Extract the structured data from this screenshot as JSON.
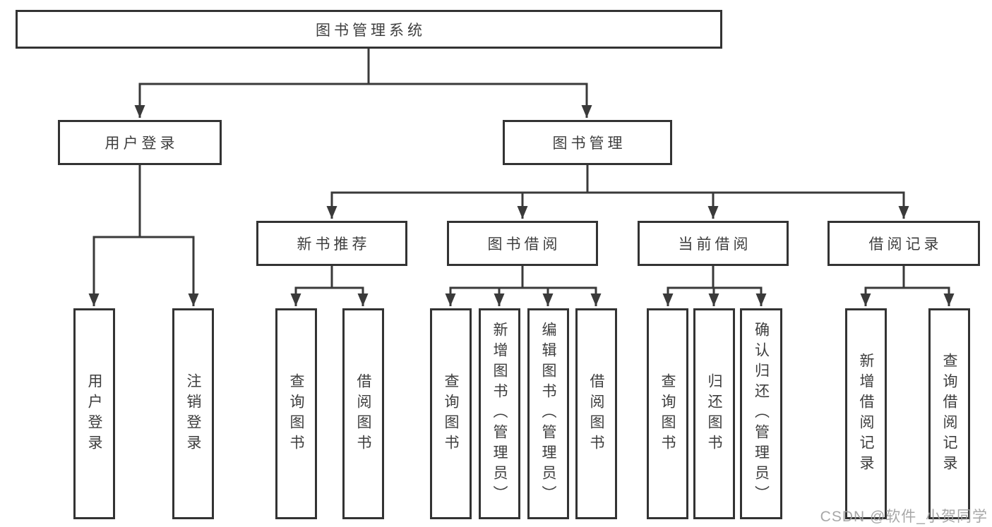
{
  "diagram": {
    "tree": {
      "root": {
        "label": "图书管理系统"
      },
      "children": [
        {
          "label": "用户登录",
          "children": [
            {
              "label": "用户登录"
            },
            {
              "label": "注销登录"
            }
          ]
        },
        {
          "label": "图书管理",
          "children": [
            {
              "label": "新书推荐",
              "children": [
                {
                  "label": "查询图书"
                },
                {
                  "label": "借阅图书"
                }
              ]
            },
            {
              "label": "图书借阅",
              "children": [
                {
                  "label": "查询图书"
                },
                {
                  "label": "新增图书（管理员）"
                },
                {
                  "label": "编辑图书（管理员）"
                },
                {
                  "label": "借阅图书"
                }
              ]
            },
            {
              "label": "当前借阅",
              "children": [
                {
                  "label": "查询图书"
                },
                {
                  "label": "归还图书"
                },
                {
                  "label": "确认归还（管理员）"
                }
              ]
            },
            {
              "label": "借阅记录",
              "children": [
                {
                  "label": "新增借阅记录"
                },
                {
                  "label": "查询借阅记录"
                }
              ]
            }
          ]
        }
      ]
    },
    "colors": {
      "line": "#3a3a3a",
      "box_border": "#333333",
      "text": "#3e3e3e",
      "background": "#ffffff",
      "watermark": "#9e9e9e"
    }
  },
  "watermark": {
    "text": "CSDN @软件_小贺同学"
  }
}
